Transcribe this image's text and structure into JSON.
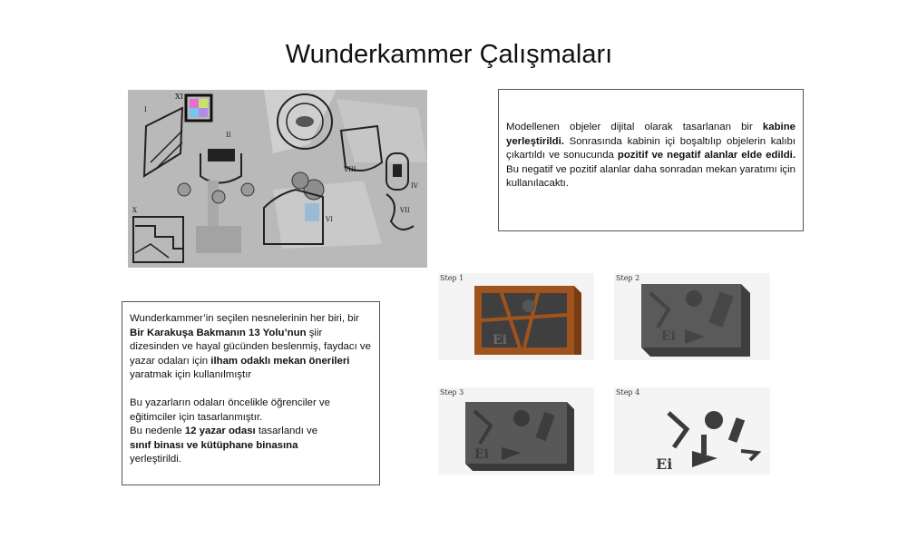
{
  "title": "Wunderkammer Çalışmaları",
  "box1": {
    "p1": "Modellenen objeler dijital olarak tasarlanan bir ",
    "b1": "kabine yerleştirildi.",
    "p2": " Sonrasında kabinin içi boşaltılıp objelerin kalıbı çıkartıldı ve sonucunda ",
    "b2": "pozitif ve negatif alanlar elde edildi.",
    "p3": " Bu negatif ve pozitif alanlar daha sonradan mekan yaratımı için kullanılacaktı."
  },
  "box2": {
    "p1": "Wunderkammer’in seçilen nesnelerinin her biri, bir ",
    "b1": "Bir Karakuşa Bakmanın 13 Yolu’nun",
    "p2": " şiir dizesinden ve hayal gücünden beslenmiş, faydacı ve yazar odaları için ",
    "b2": "ilham odaklı mekan önerileri",
    "p3": " yaratmak için kullanılmıştır",
    "p4": " Bu yazarların odaları öncelikle öğrenciler ve eğitimciler için tasarlanmıştır.",
    "p5a": " Bu nedenle ",
    "b3": "12 yazar odası",
    "p5b": " tasarlandı ve",
    "b4": " sınıf binası ve kütüphane binasına",
    "p6": "yerleştirildi."
  },
  "sketch_labels": {
    "n1": "XI",
    "n2": "I",
    "n3": "II",
    "n4": "VIII",
    "n5": "VI",
    "n6": "VII",
    "n7": "IV",
    "n8": "X"
  },
  "steps": [
    {
      "label": "Step 1"
    },
    {
      "label": "Step 2"
    },
    {
      "label": "Step 3"
    },
    {
      "label": "Step 4"
    }
  ],
  "colors": {
    "cabinet_wood": "#a0531c",
    "mold_gray": "#5a5a5a",
    "sketch_bg": "#b9b9b9"
  }
}
